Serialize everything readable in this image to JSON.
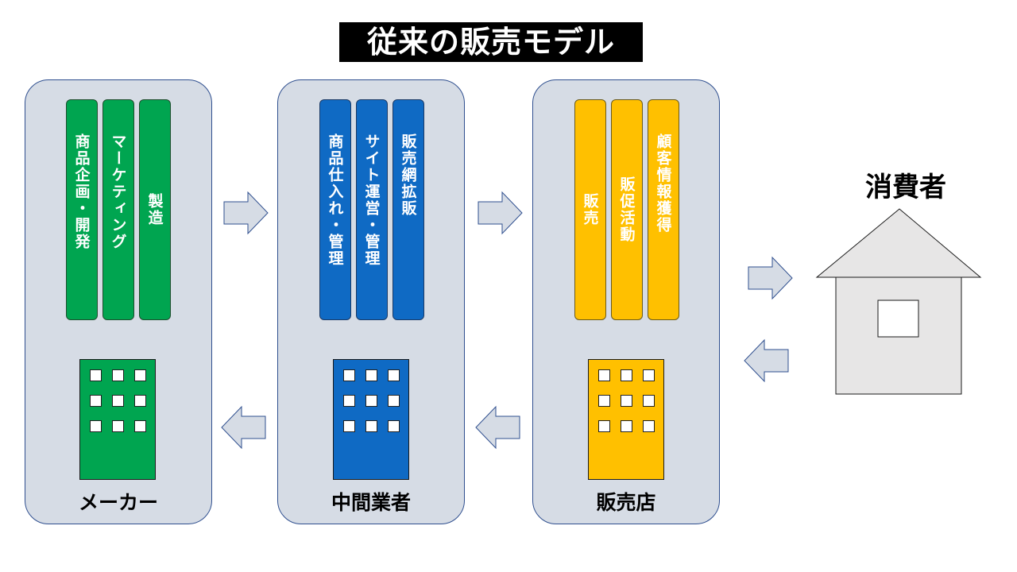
{
  "title": "従来の販売モデル",
  "panels": [
    {
      "label": "メーカー",
      "color": "#00a550",
      "activities": [
        "商品企画・開発",
        "マーケティング",
        "製造"
      ]
    },
    {
      "label": "中間業者",
      "color": "#0f6ac4",
      "activities": [
        "商品仕入れ・管理",
        "サイト運営・管理",
        "販売網拡販"
      ]
    },
    {
      "label": "販売店",
      "color": "#ffc000",
      "activities": [
        "販売",
        "販促活動",
        "顧客情報獲得"
      ]
    }
  ],
  "consumer": {
    "label": "消費者"
  }
}
